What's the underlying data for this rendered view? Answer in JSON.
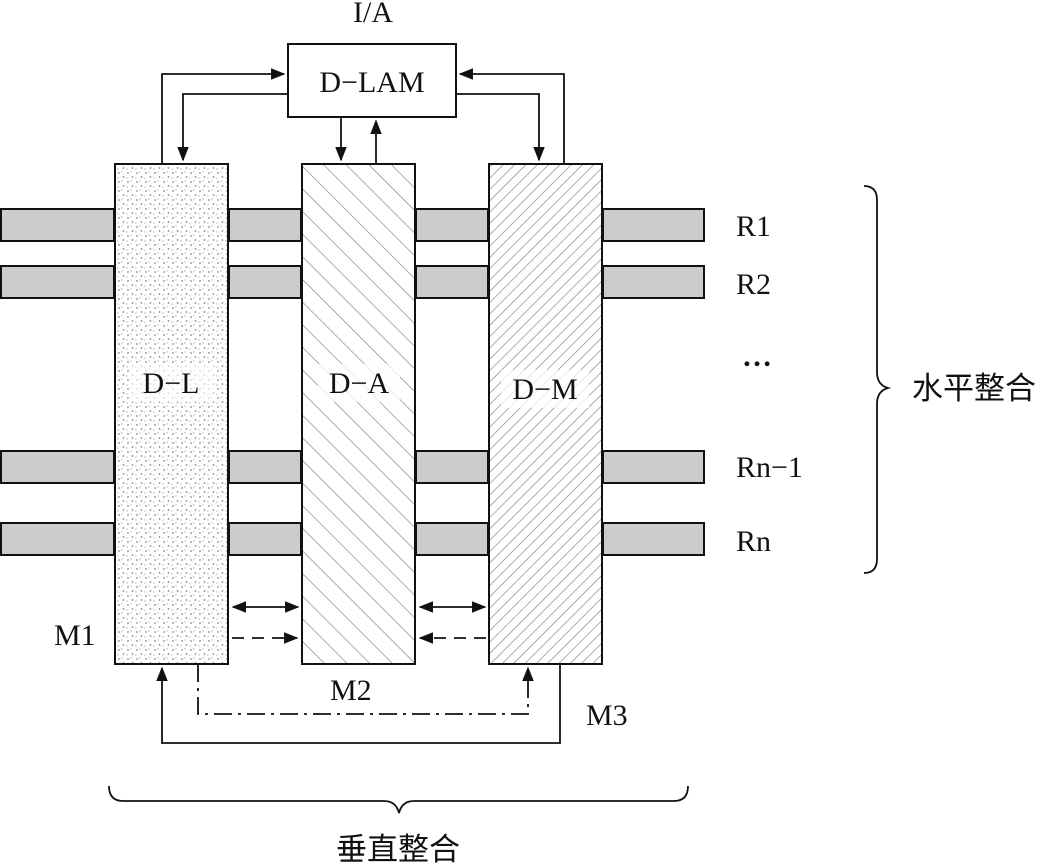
{
  "diagram": {
    "top_label": "I/A",
    "hub_label": "D−LAM",
    "columns": [
      {
        "label": "D−L",
        "pattern": "dots"
      },
      {
        "label": "D−A",
        "pattern": "diag"
      },
      {
        "label": "D−M",
        "pattern": "crosshatch-diag"
      }
    ],
    "rows": [
      {
        "label": "R1"
      },
      {
        "label": "R2"
      },
      {
        "label": "…",
        "ellipsis": true
      },
      {
        "label": "Rn−1"
      },
      {
        "label": "Rn"
      }
    ],
    "m_labels": {
      "m1": "M1",
      "m2": "M2",
      "m3": "M3"
    },
    "horizontal_label": "水平整合",
    "vertical_label": "垂直整合",
    "colors": {
      "bar_fill": "#cccccc",
      "stroke": "#111111",
      "dots": "#888888",
      "hatch": "#888888"
    }
  }
}
